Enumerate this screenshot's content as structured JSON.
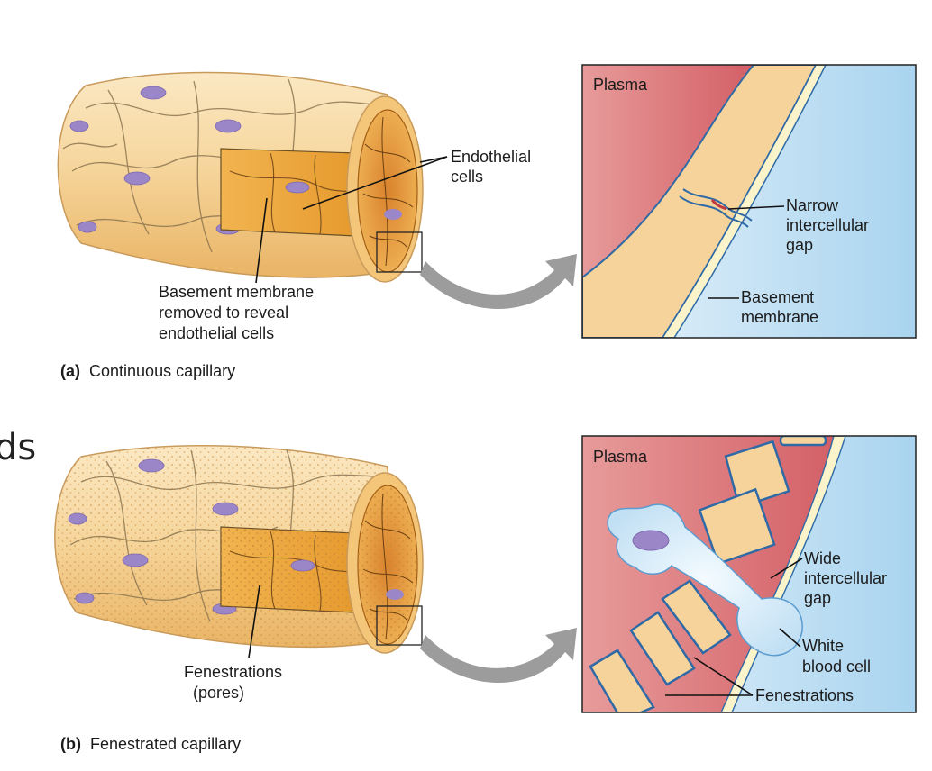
{
  "margin_text": "ds",
  "panel_a": {
    "caption_letter": "(a)",
    "caption_text": "Continuous capillary",
    "label_endothelial_1": "Endothelial",
    "label_endothelial_2": "cells",
    "label_basement_1": "Basement membrane",
    "label_basement_2": "removed to reveal",
    "label_basement_3": "endothelial cells",
    "zoom": {
      "plasma": "Plasma",
      "gap_1": "Narrow",
      "gap_2": "intercellular",
      "gap_3": "gap",
      "bm_1": "Basement",
      "bm_2": "membrane"
    }
  },
  "panel_b": {
    "caption_letter": "(b)",
    "caption_text": "Fenestrated capillary",
    "label_fen_1": "Fenestrations",
    "label_fen_2": "(pores)",
    "zoom": {
      "plasma": "Plasma",
      "gap_1": "Wide",
      "gap_2": "intercellular",
      "gap_3": "gap",
      "wbc_1": "White",
      "wbc_2": "blood cell",
      "fenestrations": "Fenestrations"
    }
  },
  "colors": {
    "plasma_red": "#d9646b",
    "tissue_blue": "#cfe8f6",
    "endothelium": "#f6d39b",
    "nucleus": "#9b86c8",
    "arrow_gray": "#9a9a9a"
  }
}
